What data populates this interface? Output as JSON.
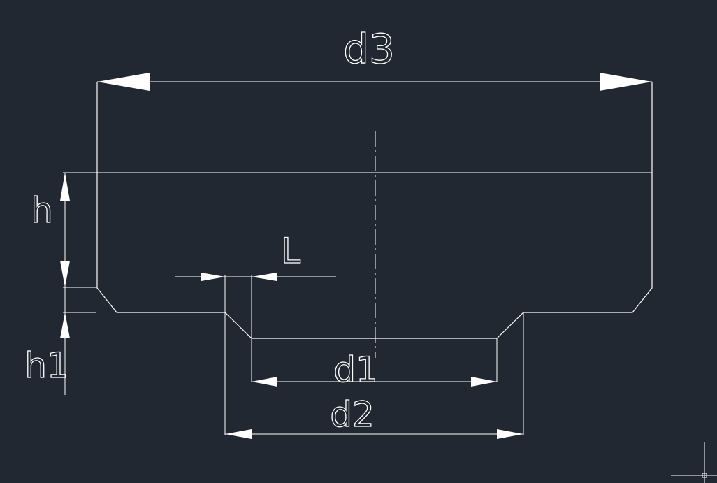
{
  "labels": {
    "d3": "d3",
    "h": "h",
    "L": "L",
    "d1": "d1",
    "d2": "d2",
    "h1": "h1"
  },
  "colors": {
    "background": "#222831",
    "line": "#ffffff"
  },
  "icons": {
    "ucs": "ucs-crosshair-icon"
  }
}
